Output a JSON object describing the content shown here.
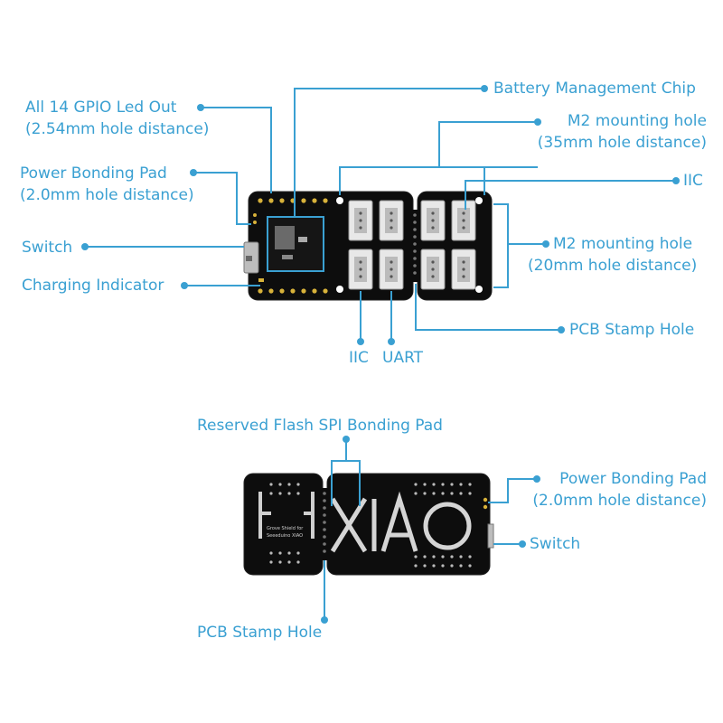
{
  "colors": {
    "callout": "#3aa0d2",
    "board": "#0d0d0d",
    "board_edge": "#222222",
    "pad": "#d8b23a",
    "connector": "#e8e8e8"
  },
  "top_board": {
    "labels": {
      "gpio_line1": "All 14 GPIO Led Out",
      "gpio_line2": "(2.54mm hole distance)",
      "power_pad_line1": "Power Bonding Pad",
      "power_pad_line2": "(2.0mm hole distance)",
      "switch": "Switch",
      "charging": "Charging Indicator",
      "battery": "Battery Management Chip",
      "m2_35_line1": "M2 mounting hole",
      "m2_35_line2": "(35mm hole distance)",
      "iic_right": "IIC",
      "m2_20_line1": "M2 mounting hole",
      "m2_20_line2": "(20mm hole distance)",
      "stamp": "PCB Stamp Hole",
      "iic_bottom": "IIC",
      "uart": "UART"
    }
  },
  "bottom_board": {
    "labels": {
      "flash_spi": "Reserved Flash SPI Bonding Pad",
      "power_pad_line1": "Power Bonding Pad",
      "power_pad_line2": "(2.0mm hole distance)",
      "switch": "Switch",
      "stamp": "PCB Stamp Hole",
      "silk_line1": "Grove Shield for",
      "silk_line2": "Seeeduino XIAO",
      "logo": "XIAO"
    }
  }
}
